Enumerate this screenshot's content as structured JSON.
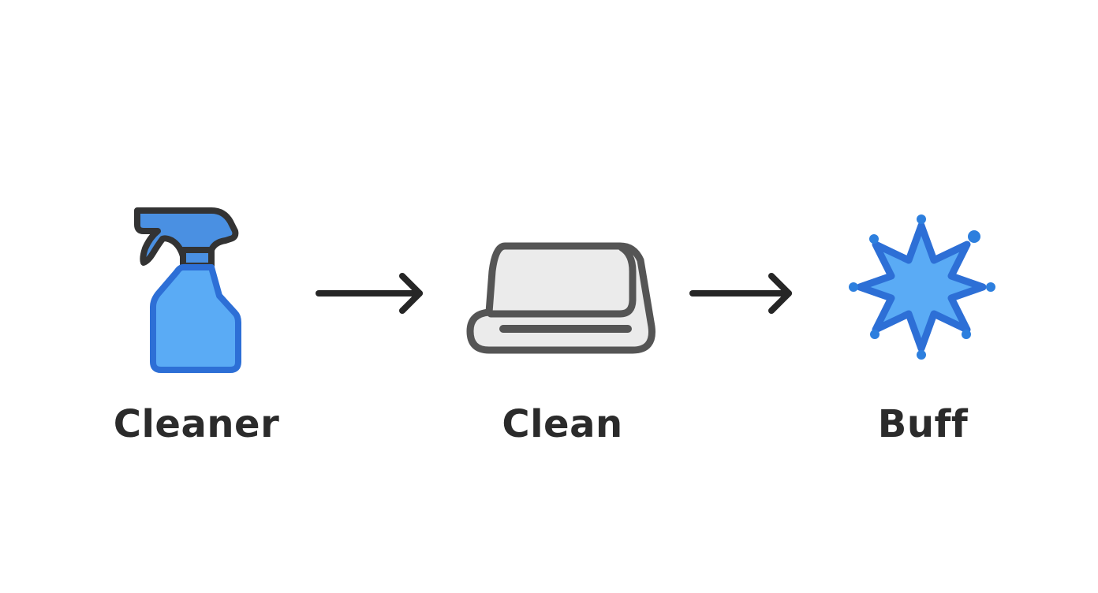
{
  "diagram": {
    "type": "process-flow",
    "direction": "left-to-right",
    "steps": [
      {
        "label": "Cleaner",
        "icon": "spray-bottle-icon"
      },
      {
        "label": "Clean",
        "icon": "folded-towel-icon"
      },
      {
        "label": "Buff",
        "icon": "sparkle-star-icon"
      }
    ],
    "connectors": [
      {
        "from": "Cleaner",
        "to": "Clean",
        "icon": "arrow-right-icon"
      },
      {
        "from": "Clean",
        "to": "Buff",
        "icon": "arrow-right-icon"
      }
    ]
  },
  "colors": {
    "background": "#ffffff",
    "text": "#2b2b2b",
    "outline_dark": "#333333",
    "blue_fill": "#5aabf5",
    "blue_outline": "#2d6fd6",
    "towel_fill": "#ebebeb",
    "towel_outline": "#555555",
    "arrow": "#262626"
  }
}
